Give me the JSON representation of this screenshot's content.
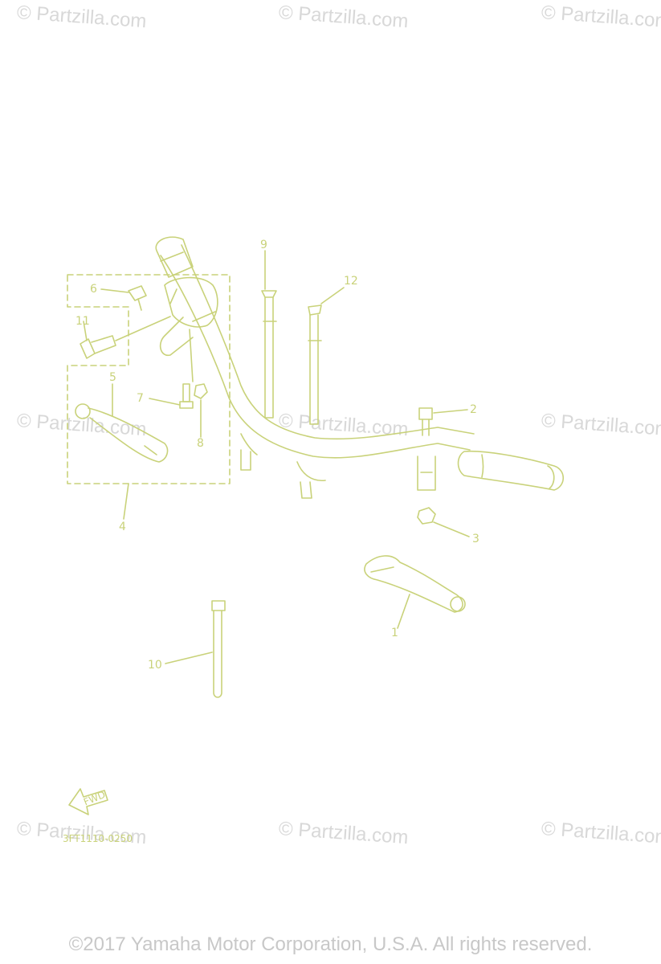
{
  "watermark": {
    "text": "© Partzilla.com",
    "color": "#d4d4d4"
  },
  "diagram": {
    "line_color": "#c9d27a",
    "callouts": [
      "1",
      "2",
      "3",
      "4",
      "5",
      "6",
      "7",
      "8",
      "9",
      "10",
      "11",
      "12"
    ],
    "forward_arrow_label": "FWD",
    "drawing_code": "3FT1110-0250"
  },
  "footer": {
    "copyright": "©2017 Yamaha Motor Corporation, U.S.A. All rights reserved.",
    "color": "#c8c8c8"
  }
}
